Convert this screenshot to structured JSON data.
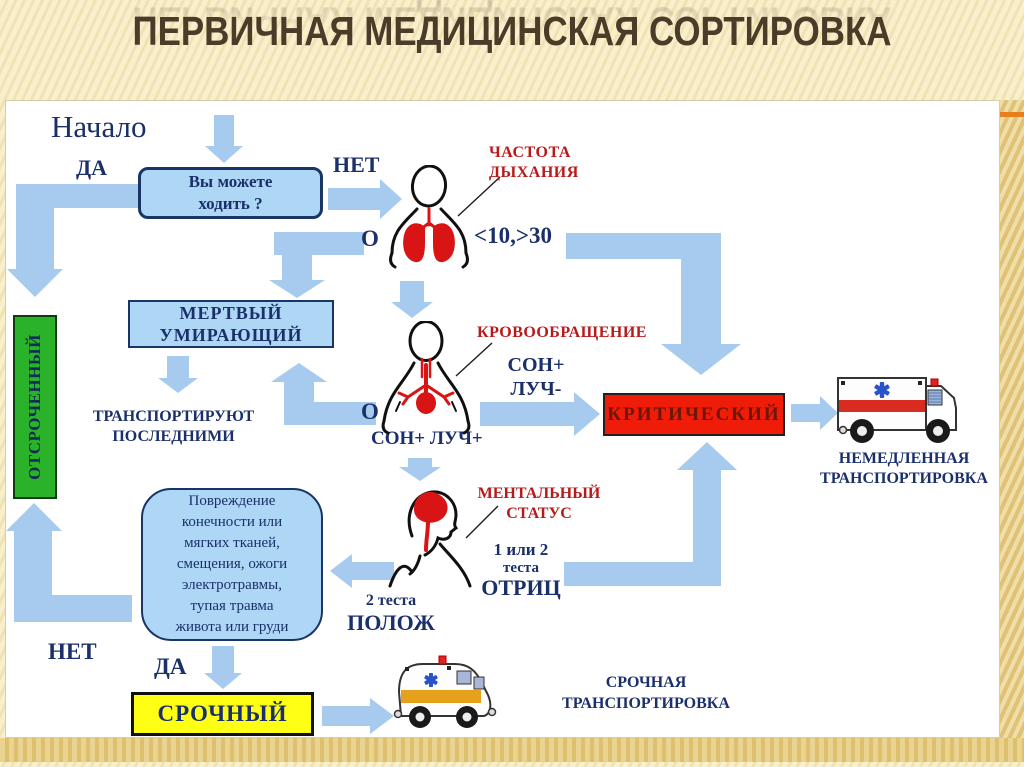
{
  "title": "ПЕРВИЧНАЯ МЕДИЦИНСКАЯ СОРТИРОВКА",
  "colors": {
    "title_brown": "#4a3c28",
    "arrow_blue": "#a6cbef",
    "box_blue": "#aed7f6",
    "critical_red": "#ee1c09",
    "critical_text": "#6d1603",
    "delayed_green": "#2ab22a",
    "urgent_yellow": "#ffff16",
    "label_red": "#b81a1a",
    "text_navy": "#1b306b",
    "figure_red": "#d81414",
    "accent_orange": "#e87f1c"
  },
  "nodes": {
    "start": "Начало",
    "yes_top": "ДА",
    "no_top": "НЕТ",
    "walk_question": [
      "Вы можете",
      "ходить ?"
    ],
    "dead_dying": [
      "МЕРТВЫЙ",
      "УМИРАЮЩИЙ"
    ],
    "critical": "КРИТИЧЕСКИЙ",
    "delayed": "ОТСРОЧЕННЫЙ",
    "urgent": "СРОЧНЫЙ",
    "injury": [
      "Повреждение",
      "конечности или",
      "мягких тканей,",
      "смещения, ожоги",
      "электротравмы,",
      "тупая травма",
      "живота или груди"
    ],
    "no_bottom": "НЕТ",
    "yes_bottom": "ДА"
  },
  "checks": {
    "respiration": {
      "label": [
        "ЧАСТОТА",
        "ДЫХАНИЯ"
      ],
      "zero": "О",
      "range": "<10,>30"
    },
    "circulation": {
      "label": "КРОВООБРАЩЕНИЕ",
      "zero": "О",
      "carotid_pos_radial_neg": [
        "СОН+",
        "ЛУЧ-"
      ],
      "carotid_pos_radial_pos": "СОН+ ЛУЧ+"
    },
    "mental": {
      "label": [
        "МЕНТАЛЬНЫЙ",
        "СТАТУС"
      ],
      "negative": [
        "1 или 2",
        "теста",
        "ОТРИЦ"
      ],
      "positive": [
        "2 теста",
        "ПОЛОЖ"
      ]
    }
  },
  "outcomes": {
    "transport_last": [
      "ТРАНСПОРТИРУЮТ",
      "ПОСЛЕДНИМИ"
    ],
    "immediate": [
      "НЕМЕДЛЕННАЯ",
      "ТРАНСПОРТИРОВКА"
    ],
    "urgent": [
      "СРОЧНАЯ",
      "ТРАНСПОРТИРОВКА"
    ]
  }
}
